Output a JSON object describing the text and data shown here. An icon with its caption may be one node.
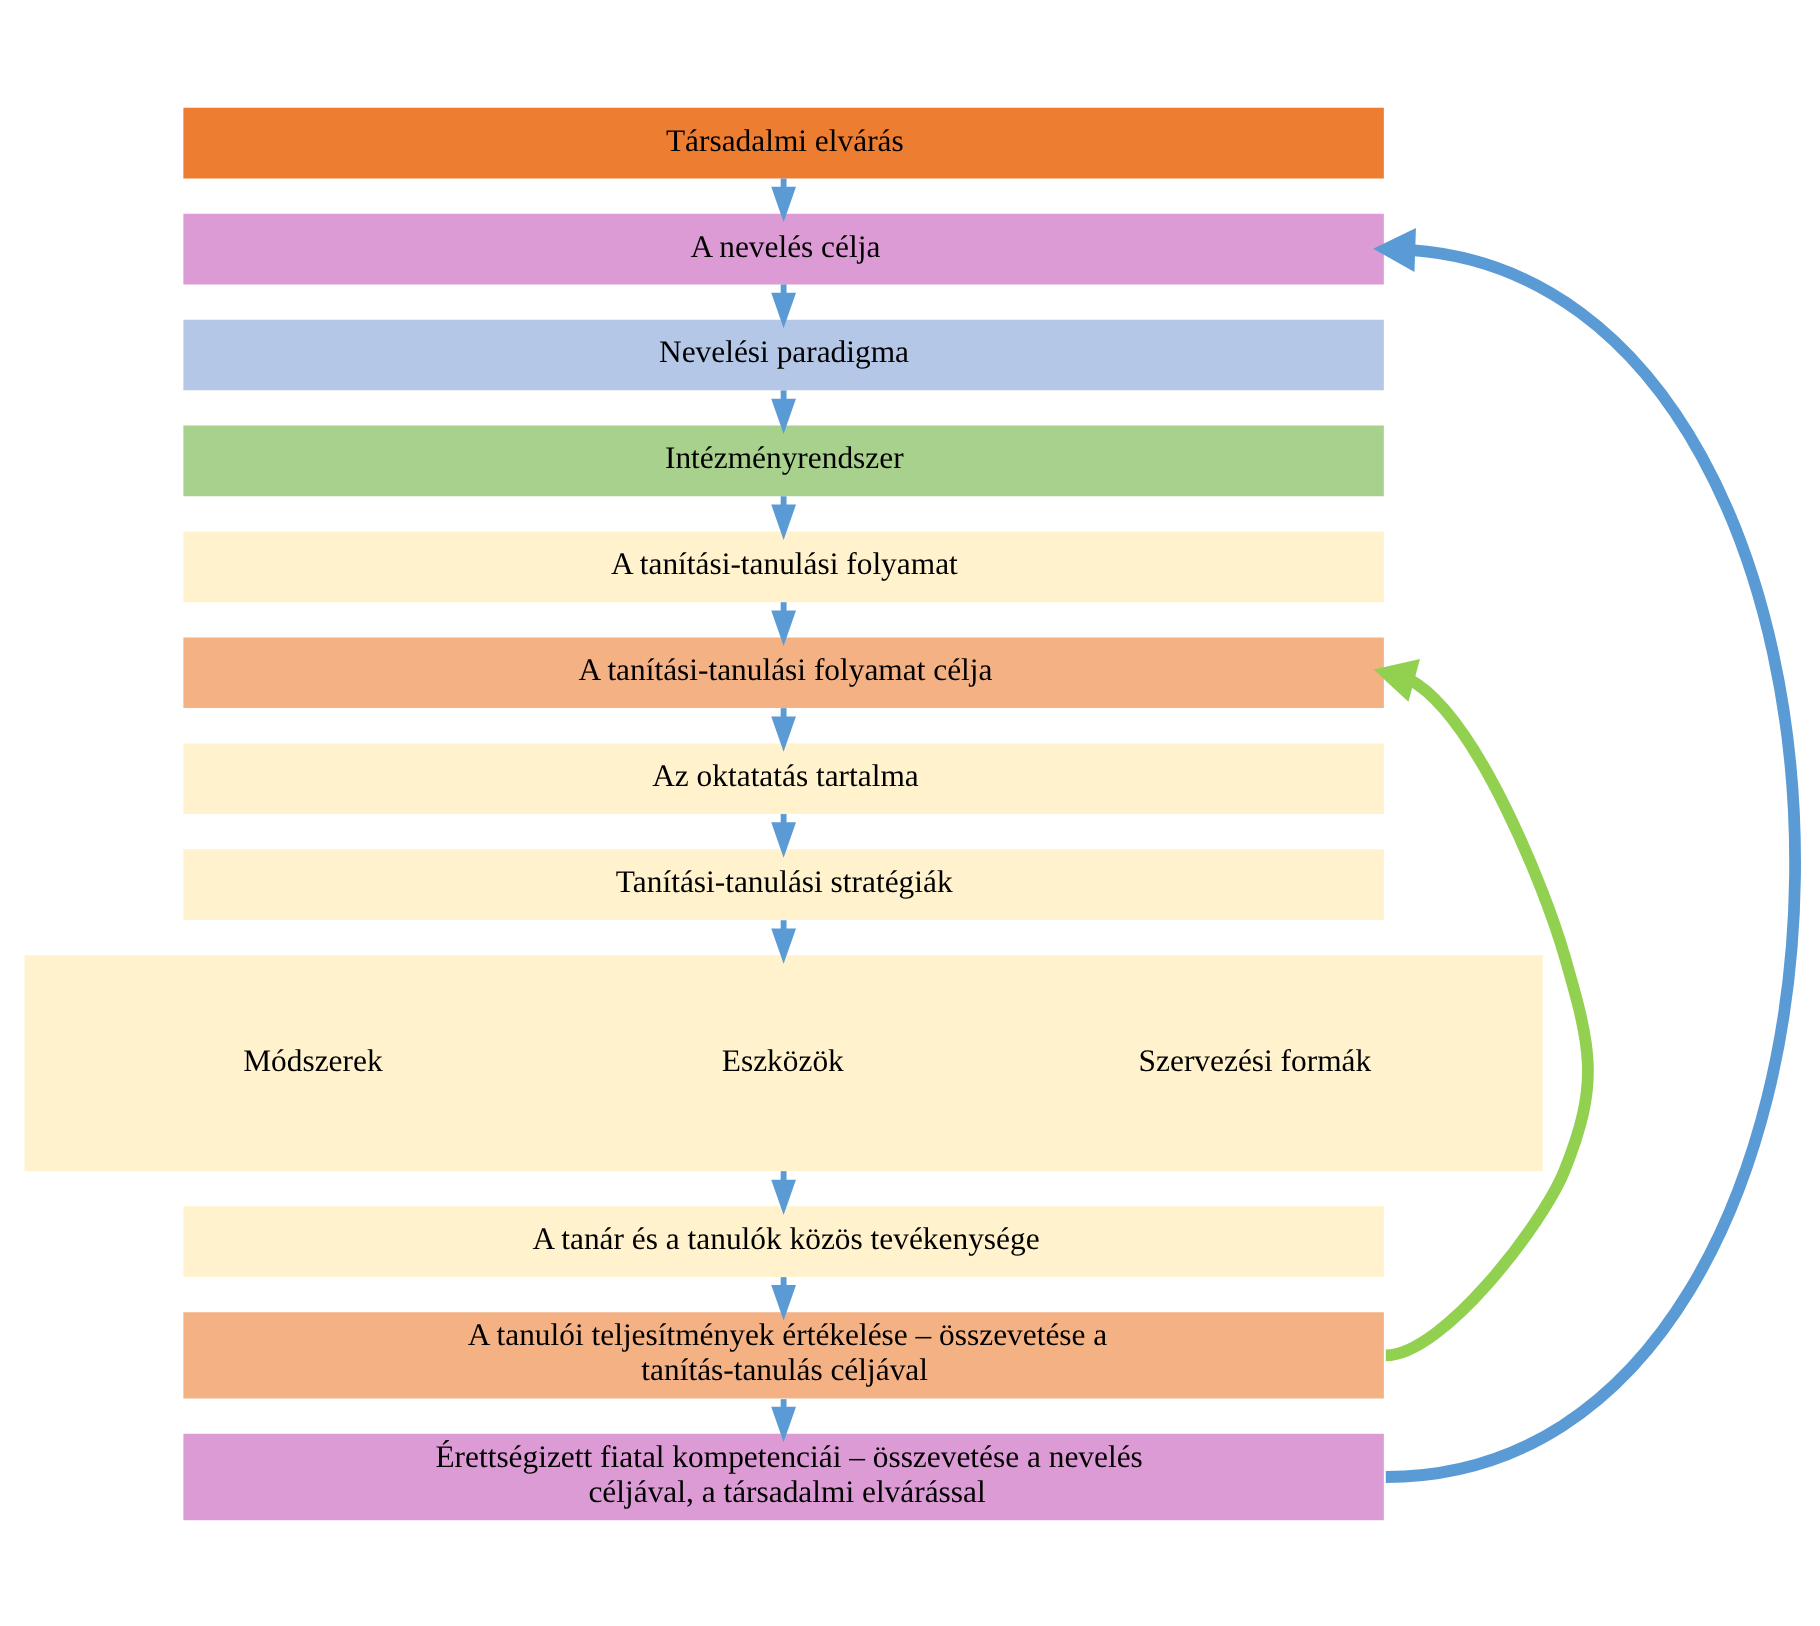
{
  "diagram": {
    "nodes": [
      {
        "text": [
          "Társadalmi elvárás"
        ]
      },
      {
        "text": [
          "A nevelés célja"
        ]
      },
      {
        "text": [
          "Nevelési paradigma"
        ]
      },
      {
        "text": [
          "Intézményrendszer"
        ]
      },
      {
        "text": [
          "A tanítási-tanulási folyamat"
        ]
      },
      {
        "text": [
          "A tanítási-tanulási folyamat célja"
        ]
      },
      {
        "text": [
          "Az oktatatás tartalma"
        ]
      },
      {
        "text": [
          "Tanítási-tanulási stratégiák"
        ]
      },
      {
        "text": [
          "Módszerek",
          "Eszközök",
          "Szervezési formák"
        ]
      },
      {
        "text": [
          "A tanár és a tanulók közös tevékenysége"
        ]
      },
      {
        "text": [
          "A tanulói teljesítmények értékelése – összevetése a tanítás-tanulás céljával"
        ]
      },
      {
        "text": [
          "Érettségizett fiatal kompetenciái – összevetése a nevelés céljával, a társadalmi elvárással"
        ]
      }
    ],
    "edges": [
      {
        "from": 0,
        "to": 1,
        "arrow": "to"
      },
      {
        "from": 1,
        "to": 2,
        "arrow": "to"
      },
      {
        "from": 2,
        "to": 3,
        "arrow": "to"
      },
      {
        "from": 3,
        "to": 4,
        "arrow": "to"
      },
      {
        "from": 4,
        "to": 5,
        "arrow": "to"
      },
      {
        "from": 5,
        "to": 6,
        "arrow": "to"
      },
      {
        "from": 6,
        "to": 7,
        "arrow": "to"
      },
      {
        "from": 7,
        "to": 8,
        "arrow": "to"
      },
      {
        "from": 8,
        "to": 9,
        "arrow": "to"
      },
      {
        "from": 9,
        "to": 10,
        "arrow": "to"
      },
      {
        "from": 10,
        "to": 11,
        "arrow": "to"
      },
      {
        "from": 10,
        "to": 5,
        "arrow": "to",
        "style": "thick",
        "color": "#92d050"
      },
      {
        "from": 11,
        "to": 1,
        "arrow": "to",
        "style": "thick"
      }
    ]
  }
}
